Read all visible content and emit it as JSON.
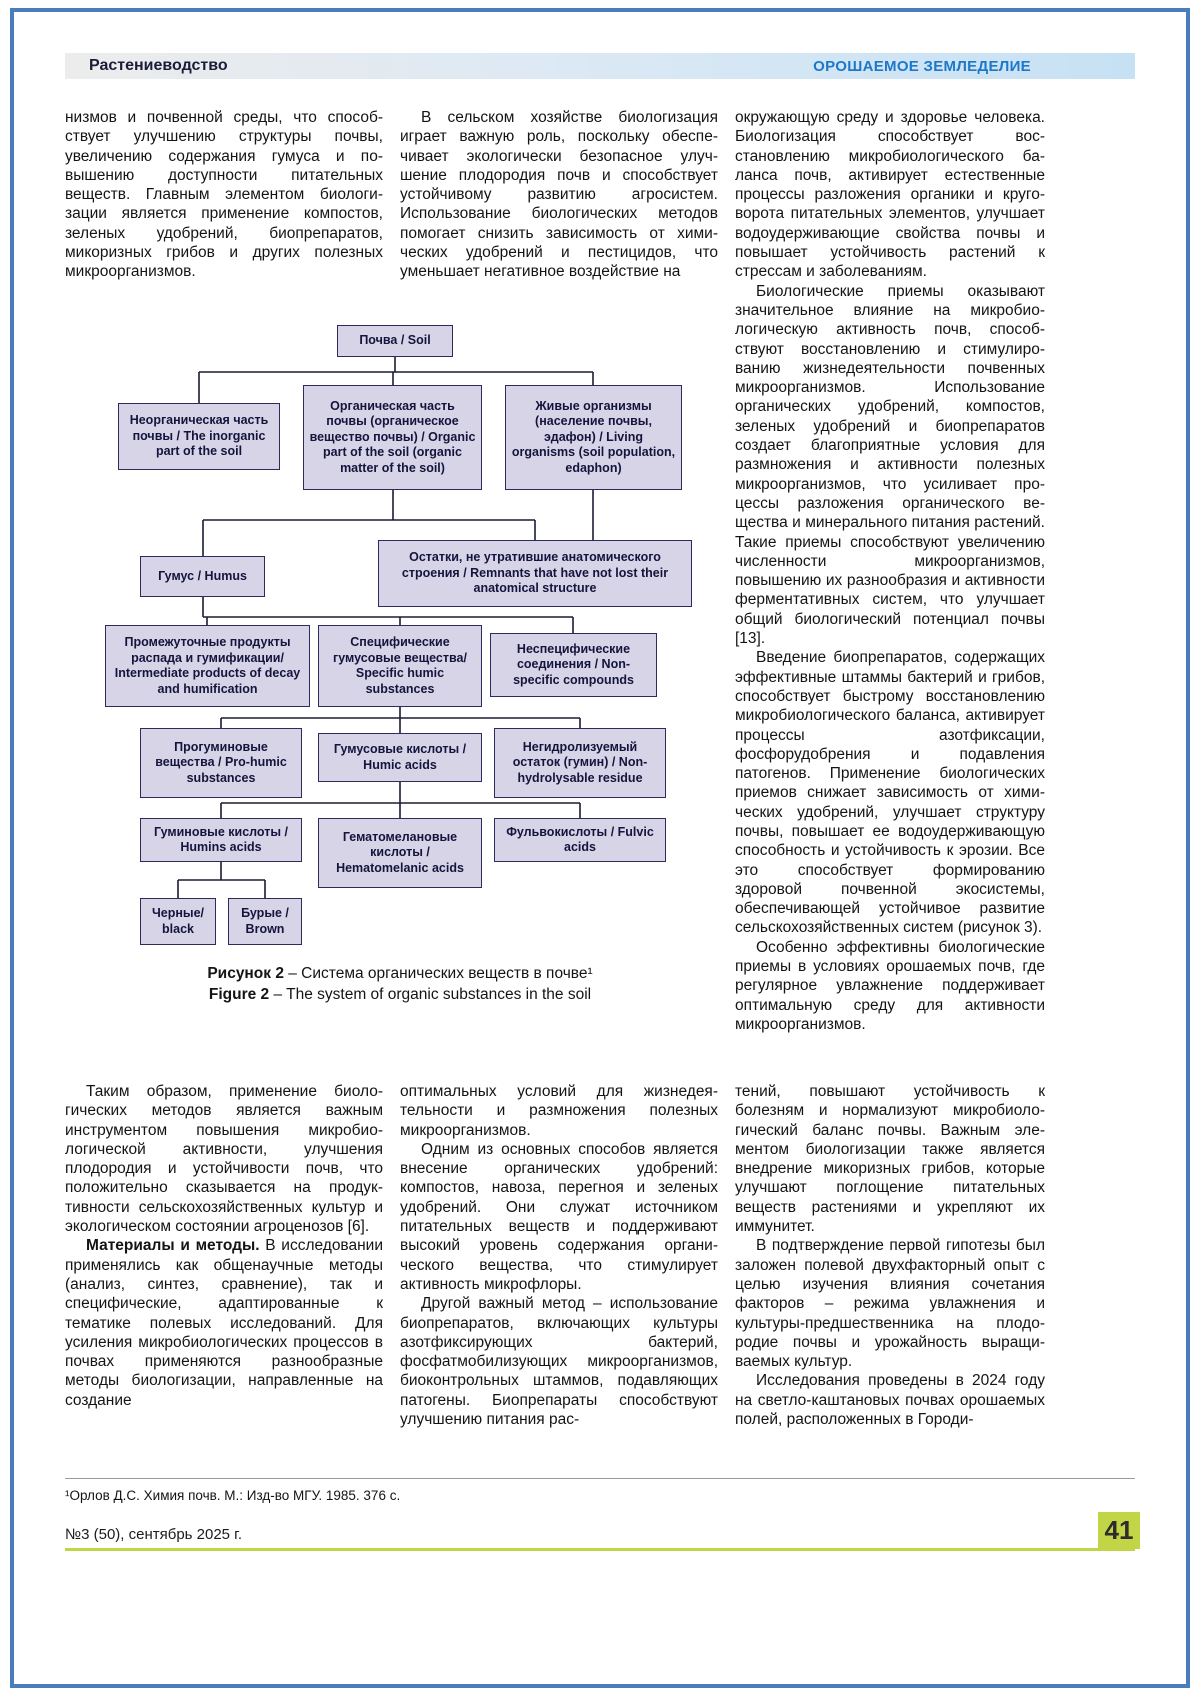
{
  "header": {
    "left": "Растениеводство",
    "right": "ОРОШАЕМОЕ ЗЕМЛЕДЕЛИЕ"
  },
  "top": {
    "col1": [
      {
        "indent": false,
        "text": "низмов и почвенной среды, что способ­ствует улучшению структуры почвы, увеличению содержания гумуса и по­вышению доступности питательных веществ. Главным элементом биологи­зации является применение компостов, зеленых удобрений, биопрепаратов, микоризных грибов и других полезных микроорганизмов."
      }
    ],
    "col2": [
      {
        "indent": true,
        "text": "В сельском хозяйстве биологизация играет важную роль, поскольку обеспе­чивает экологически безопасное улуч­шение плодородия почв и способствует устойчивому развитию агросистем. Использование биологических методов помогает снизить зависимость от хими­ческих удобрений и пестицидов, что уменьшает негативное воздействие на"
      }
    ]
  },
  "right_column": [
    {
      "indent": false,
      "text": "окружающую среду и здоровье челове­ка. Биологизация способствует вос­становлению микробиологического ба­ланса почв, активирует естественные процессы разложения органики и круго­ворота питательных элементов, улуч­шает водоудерживающие свойства почвы и повышает устойчивость расте­ний к стрессам и заболеваниям."
    },
    {
      "indent": true,
      "text": "Биологические приемы оказывают значительное влияние на микробио­логическую активность почв, способ­ствуют восстановлению и стимулиро­ванию жизнедеятельности почвенных микроорганизмов. Использование органических удобрений, компостов, зеленых удобрений и биопрепаратов создает благоприятные условия для размножения и активности полезных микроорганизмов, что усиливает про­цессы разложения органического ве­щества и минерального питания рас­тений. Такие приемы способствуют увеличению численности микроорга­низмов, повышению их разнообразия и активности ферментативных систем, что улучшает общий биологический потенциал почвы [13]."
    },
    {
      "indent": true,
      "text": "Введение биопрепаратов, содер­жащих эффективные штаммы бактерий и грибов, способствует быстрому вос­становлению микробиологического ба­ланса, активирует процессы азотфикса­ции, фосфорудобрения и подавления патогенов. Применение биологических приемов снижает зависимость от хими­ческих удобрений, улучшает структуру почвы, повышает ее водоудерживаю­щую способность и устойчивость к эро­зии. Все это способствует формирова­нию здоровой почвенной экосистемы, обеспечивающей устойчивое развитие сельскохозяйственных систем (рисунок 3)."
    },
    {
      "indent": true,
      "text": "Особенно эффективны биологичес­кие приемы в условиях орошаемых почв, где регулярное увлажнение под­держивает оптимальную среду для активности микроорганизмов."
    }
  ],
  "figure": {
    "caption_ru_label": "Рисунок 2",
    "caption_ru_text": " – Система органических веществ в почве¹",
    "caption_en_label": "Figure 2",
    "caption_en_text": " – The system of organic substances in the soil",
    "nodes": {
      "soil": "Почва / Soil",
      "inorganic": "Неорганическая часть почвы / The inorganic part of the soil",
      "organic": "Органическая часть почвы (органическое вещество почвы) / Organic part of the soil (organic matter of the soil)",
      "living": "Живые организмы (население почвы, эдафон) / Living organisms (soil population, edaphon)",
      "humus": "Гумус / Humus",
      "remnants": "Остатки, не утратившие анатомического строения / Remnants that have not lost their anatomical structure",
      "intermediate": "Промежуточные продукты распада и гумификации/ Intermediate products of decay and humification",
      "specific": "Специфические гумусовые вещества/ Specific humic substances",
      "nonspecific": "Неспецифические соединения / Non-specific compounds",
      "prohumic": "Прогуминовые вещества / Pro-humic substances",
      "humic_acids": "Гумусовые кислоты / Humic acids",
      "residue": "Негидролизуемый остаток (гумин) / Non-hydrolysable residue",
      "humins": "Гуминовые кислоты / Humins acids",
      "hematomelanic": "Гематомелановые кислоты / Hematomelanic acids",
      "fulvic": "Фульвокислоты / Fulvic acids",
      "black": "Черные/ black",
      "brown": "Бурые / Brown"
    }
  },
  "bottom": {
    "col1": [
      {
        "indent": true,
        "text": "Таким образом, применение биоло­гических методов является важным инструментом повышения микробио­логической активности, улучшения плодородия и устойчивости почв, что положительно сказывается на продук­тивности сельскохозяйственных куль­тур и экологическом состоянии агро­ценозов [6]."
      },
      {
        "indent": true,
        "lead": "Материалы и методы.",
        "text": " В иссле­довании применялись как общенауч­ные методы (анализ, синтез, срав­нение), так и специфические, адаптиро­ванные к тематике полевых исследо­ваний. Для усиления микробиоло­гических процессов в почвах приме­няются разнообразные методы биоло­гизации, направленные на создание"
      }
    ],
    "col2": [
      {
        "indent": false,
        "text": "оптимальных условий для жизнедея­тельности и размножения полезных микроорганизмов."
      },
      {
        "indent": true,
        "text": "Одним из основных способов явля­ется внесение органических удобрений: компостов, навоза, перегноя и зеленых удобрений. Они служат источником питательных веществ и поддерживают высокий уровень содержания органи­ческого вещества, что стимулирует активность микрофлоры."
      },
      {
        "indent": true,
        "text": "Другой важный метод – использо­вание биопрепаратов, включающих культуры азотфиксирующих бактерий, фосфатмобилизующих микроорга­низмов, биоконтрольных штаммов, подавляющих патогены. Биопрепараты способствуют улучшению питания рас-"
      }
    ],
    "col3": [
      {
        "indent": false,
        "text": "тений, повышают устойчивость к болезням и нормализуют микробиоло­гический баланс почвы. Важным эле­ментом биологизации также является внедрение микоризных грибов, которые улучшают поглощение питательных веществ растениями и укрепляют их иммунитет."
      },
      {
        "indent": true,
        "text": "В подтверждение первой гипотезы был заложен полевой двухфакторный опыт с целью изучения влияния сочета­ния факторов – режима увлажнения и культуры-предшественника на плодо­родие почвы и урожайность выращи­ваемых культур."
      },
      {
        "indent": true,
        "text": "Исследования проведены в 2024 году на светло-каштановых почвах орошае­мых полей, расположенных в Городи-"
      }
    ]
  },
  "footnote": "¹Орлов Д.С. Химия почв. М.: Изд-во МГУ. 1985. 376 с.",
  "footer": {
    "issue": "№3 (50), сентябрь 2025 г.",
    "page_number": "41"
  },
  "colors": {
    "page_border": "#4a7cbe",
    "header_accent": "#1e78c8",
    "node_fill": "#d7d4e8",
    "node_border": "#2c2c5c",
    "footer_accent": "#c2d546"
  }
}
